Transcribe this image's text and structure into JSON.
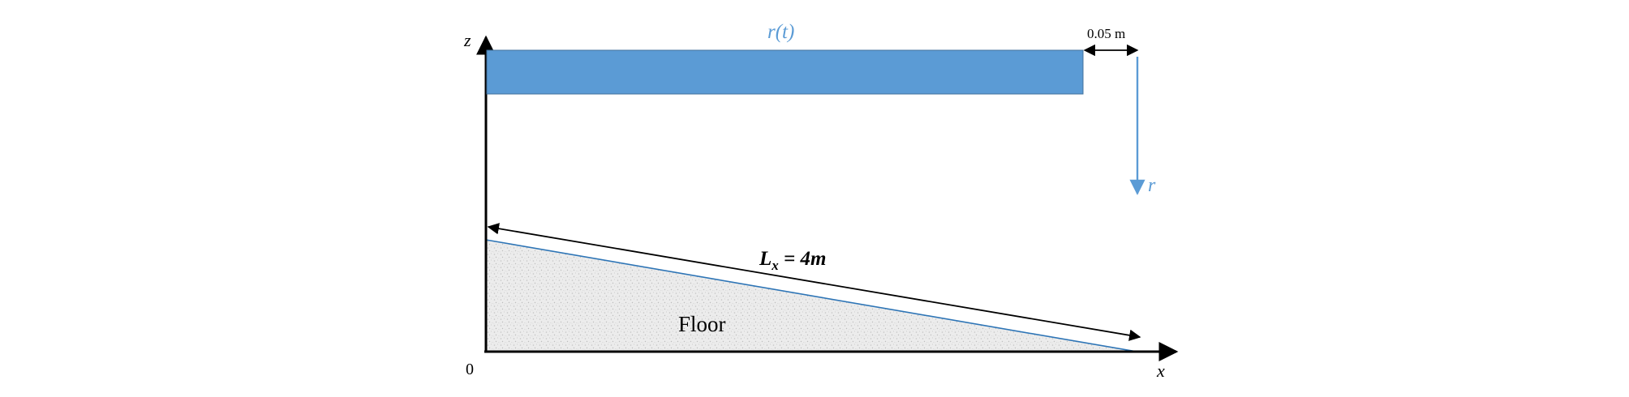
{
  "colors": {
    "accent": "#5b9bd5",
    "accent_dark": "#41719c",
    "axis": "#000000",
    "floor_fill": "#e6e6e6",
    "floor_line": "#2e75b6"
  },
  "labels": {
    "z_axis": "z",
    "x_axis": "x",
    "origin": "0",
    "r_of_t": "r(t)",
    "gap": "0.05 m",
    "r": "r",
    "length": "Lx = 4m",
    "length_sym": "L",
    "length_sub": "x",
    "length_rest": " = 4m",
    "floor": "Floor"
  },
  "icons": {
    "arrow_down": "arrow-down",
    "double_arrow": "double-headed-arrow"
  }
}
